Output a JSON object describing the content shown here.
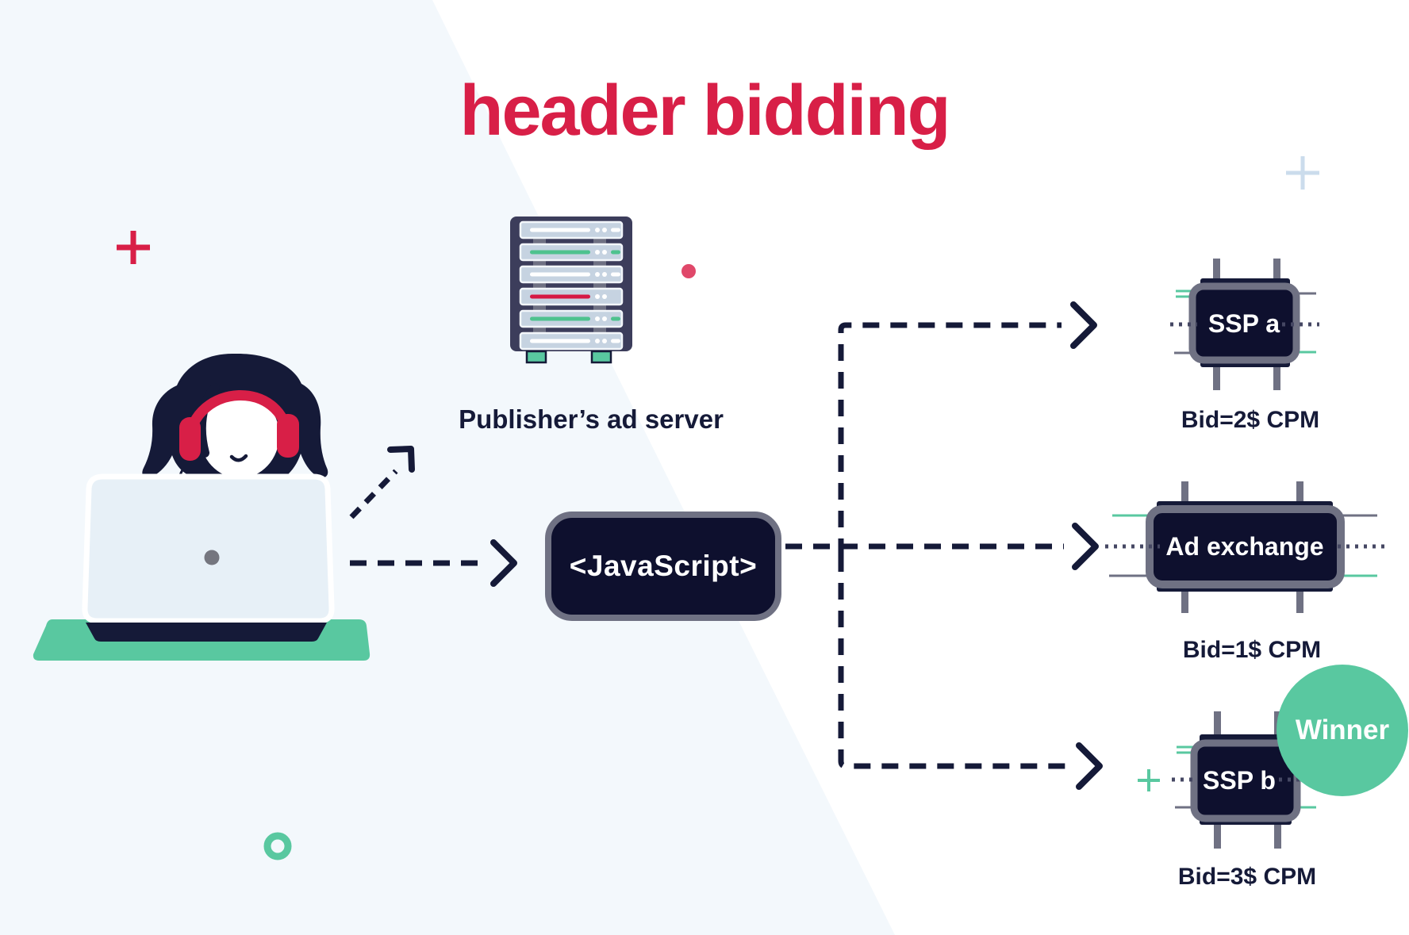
{
  "title": "header bidding",
  "publisher_server": {
    "label": "Publisher’s ad server",
    "icon": "server-rack-icon"
  },
  "javascript_box": {
    "label": "<JavaScript>"
  },
  "user": {
    "icon": "person-at-laptop-illustration"
  },
  "bidders": [
    {
      "name": "SSP a",
      "bid": "Bid=2$ CPM",
      "icon": "chip-icon"
    },
    {
      "name": "Ad exchange",
      "bid": "Bid=1$ CPM",
      "icon": "chip-icon"
    },
    {
      "name": "SSP b",
      "bid": "Bid=3$ CPM",
      "icon": "chip-icon",
      "winner": true
    }
  ],
  "winner_badge": {
    "label": "Winner"
  },
  "colors": {
    "crimson": "#D81F47",
    "navy": "#151A38",
    "ink": "#0E102E",
    "green": "#59C8A0",
    "slotgreen": "#4EC28E",
    "slotred": "#D61944",
    "gray": "#6F7183",
    "server": "#3C3D5B",
    "slot": "#C6D3E1",
    "laptop": "#E7F0F7",
    "laptopdot": "#75767F",
    "bglight": "#F3F8FC",
    "lightplus": "#CBDCEC",
    "reddot": "#E0486A",
    "dotline": "#454763"
  }
}
